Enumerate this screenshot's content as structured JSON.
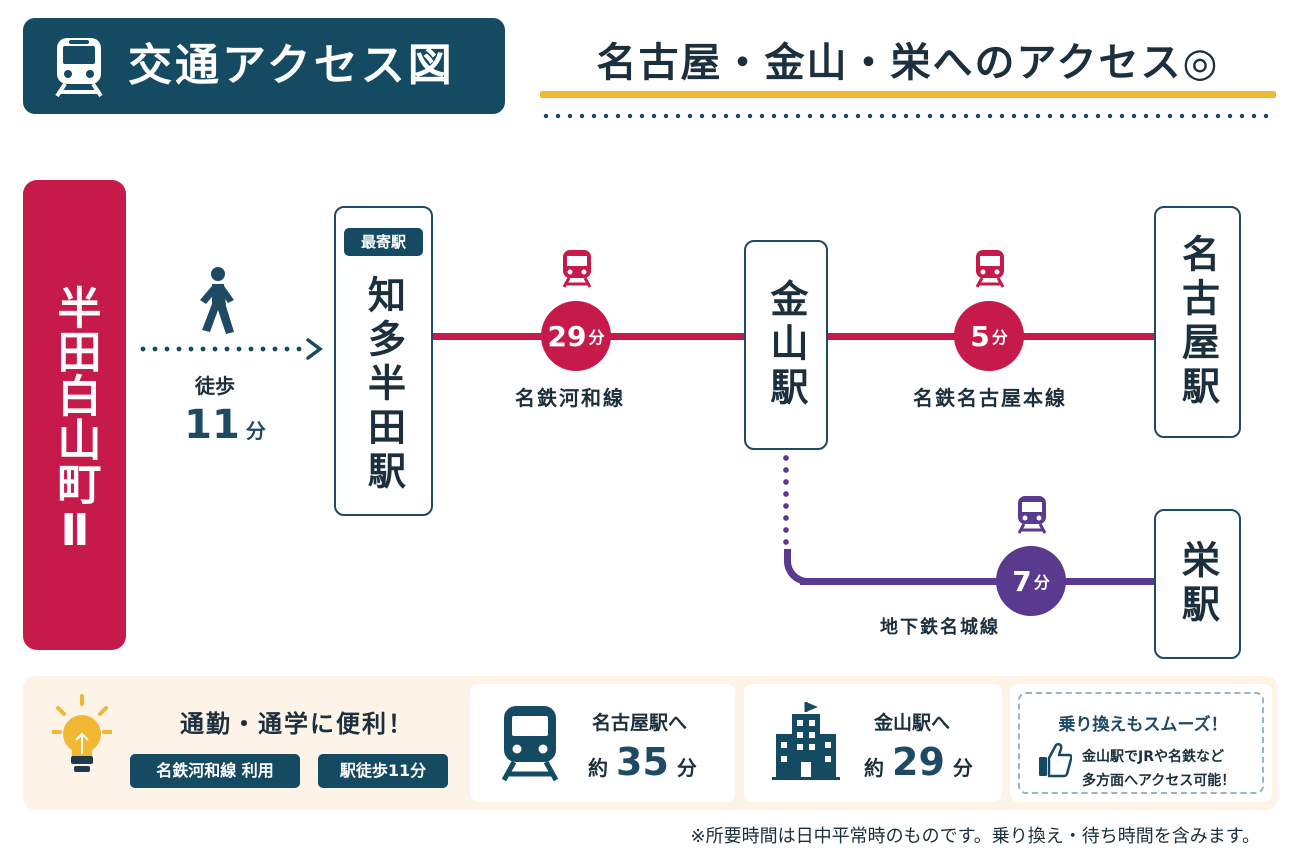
{
  "header": {
    "title": "交通アクセス図",
    "subtitle": "名古屋・金山・栄へのアクセス◎",
    "title_icon": "train-front-icon"
  },
  "origin": {
    "name": "半田白山町Ⅱ"
  },
  "walk": {
    "label": "徒歩",
    "time": "11",
    "unit": "分",
    "icon": "walking-person-icon"
  },
  "stations": {
    "chita_handa": {
      "badge": "最寄駅",
      "name": "知多半田駅"
    },
    "kanayama": {
      "name": "金山駅"
    },
    "nagoya": {
      "name": "名古屋駅"
    },
    "sakae": {
      "name": "栄駅"
    }
  },
  "routes": [
    {
      "line": "名鉄河和線",
      "time": "29",
      "unit": "分",
      "color": "#c51a4a"
    },
    {
      "line": "名鉄名古屋本線",
      "time": "5",
      "unit": "分",
      "color": "#c51a4a"
    },
    {
      "line": "地下鉄名城線",
      "time": "7",
      "unit": "分",
      "color": "#5a3a8e"
    }
  ],
  "bottom": {
    "benefit_title": "通勤・通学に便利！",
    "pill_1": "名鉄河和線 利用",
    "pill_2": "駅徒歩11分",
    "card_nagoya": {
      "label": "名古屋駅へ",
      "pre": "約",
      "time": "35",
      "unit": "分",
      "icon": "train-front-icon"
    },
    "card_kanayama": {
      "label": "金山駅へ",
      "pre": "約",
      "time": "29",
      "unit": "分",
      "icon": "building-icon"
    },
    "card_transfer": {
      "title": "乗り換えもスムーズ！",
      "line_1": "金山駅でJRや名鉄など",
      "line_2": "多方面へアクセス可能！",
      "icon": "thumbs-up-icon"
    }
  },
  "footnote": "※所要時間は日中平常時のものです。乗り換え・待ち時間を含みます。",
  "colors": {
    "navy": "#144a62",
    "red": "#c51a4a",
    "purple": "#5a3a8e",
    "yellow": "#f2b733"
  }
}
